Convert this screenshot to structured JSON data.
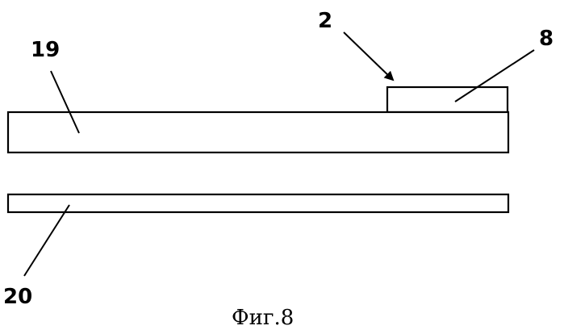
{
  "labels": {
    "part_19": "19",
    "part_2": "2",
    "part_8": "8",
    "part_20": "20"
  },
  "caption": "Фиг.8",
  "colors": {
    "line": "#000000",
    "background": "#ffffff"
  }
}
